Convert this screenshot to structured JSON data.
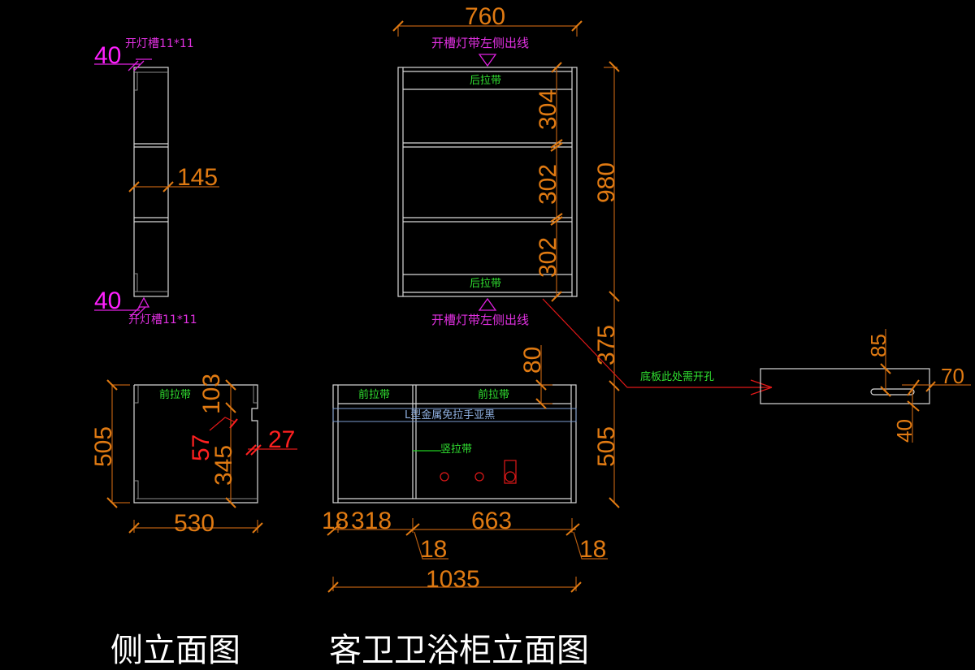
{
  "colors": {
    "background": "#000000",
    "outline": "#d8d8d8",
    "dimension": "#e07a12",
    "annotation_green": "#30e030",
    "annotation_magenta": "#e030e0",
    "hole_red": "#ff2020",
    "handle_blue": "#7d9ccf"
  },
  "titles": {
    "side_elevation": "侧立面图",
    "main_elevation": "客卫卫浴柜立面图"
  },
  "side_view_upper": {
    "top_dim": "40",
    "top_note": "开灯槽11*11",
    "depth_dim": "145",
    "bottom_dim": "40",
    "bottom_note": "开灯槽11*11"
  },
  "mirror_cabinet": {
    "width_dim": "760",
    "top_note": "开槽灯带左侧出线",
    "bottom_note": "开槽灯带左侧出线",
    "top_rail": "后拉带",
    "bottom_rail": "后拉带",
    "shelf_dims": [
      "304",
      "302",
      "302"
    ],
    "height_dim": "980",
    "gap_dim": "375"
  },
  "side_view_lower": {
    "front_rail": "前拉带",
    "height_dim": "505",
    "width_dim": "530",
    "dim_103": "103",
    "dim_57": "57",
    "dim_345": "345",
    "dim_27": "27"
  },
  "vanity": {
    "front_rail_left": "前拉带",
    "front_rail_right": "前拉带",
    "handle_label": "L型金属免拉手亚黑",
    "vertical_rail": "竖拉带",
    "rail_dim": "80",
    "height_dim": "505",
    "dim_left_panel": "18",
    "dim_left_bay": "318",
    "dim_right_bay": "663",
    "dim_mid_panel": "18",
    "dim_right_panel": "18",
    "total_width": "1035"
  },
  "bottom_board": {
    "note": "底板此处需开孔",
    "dim_85": "85",
    "dim_70": "70",
    "dim_40": "40"
  }
}
